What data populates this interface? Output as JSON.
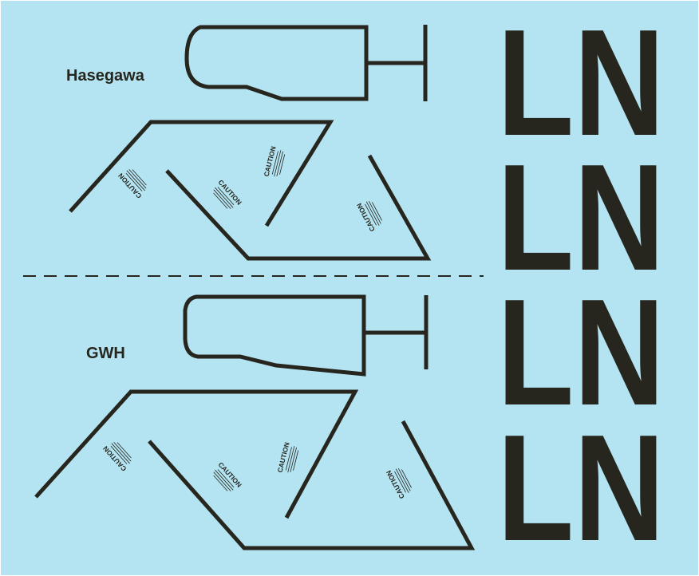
{
  "sets": [
    {
      "label": "Hasegawa",
      "caution": [
        "CAUTION",
        "CAUTION",
        "CAUTION",
        "CAUTION"
      ]
    },
    {
      "label": "GWH",
      "caution": [
        "CAUTION",
        "CAUTION",
        "CAUTION",
        "CAUTION"
      ]
    }
  ],
  "codes": [
    "LN",
    "LN",
    "LN",
    "LN"
  ],
  "colors": {
    "background": "#b4e4f2",
    "ink": "#26261f"
  }
}
